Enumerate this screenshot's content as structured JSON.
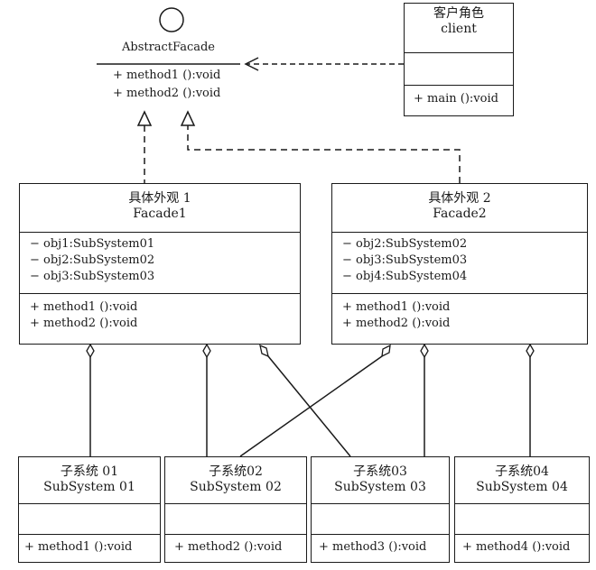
{
  "abstract": {
    "name": "AbstractFacade",
    "methods": [
      "+ method1 ():void",
      "+ method2 ():void"
    ]
  },
  "client": {
    "title_cn": "客户角色",
    "title_en": "client",
    "methods": [
      "+ main ():void"
    ]
  },
  "facade1": {
    "title_cn": "具体外观 1",
    "title_en": "Facade1",
    "attributes": [
      "− obj1:SubSystem01",
      "− obj2:SubSystem02",
      "− obj3:SubSystem03"
    ],
    "methods": [
      "+ method1 ():void",
      "+ method2 ():void"
    ]
  },
  "facade2": {
    "title_cn": "具体外观 2",
    "title_en": "Facade2",
    "attributes": [
      "− obj2:SubSystem02",
      "− obj3:SubSystem03",
      "− obj4:SubSystem04"
    ],
    "methods": [
      "+ method1 ():void",
      "+ method2 ():void"
    ]
  },
  "subsystems": [
    {
      "title_cn": "子系统 01",
      "title_en": "SubSystem  01",
      "method": "+ method1 ():void"
    },
    {
      "title_cn": "子系统02",
      "title_en": "SubSystem  02",
      "method": "+ method2 ():void"
    },
    {
      "title_cn": "子系统03",
      "title_en": "SubSystem  03",
      "method": "+ method3 ():void"
    },
    {
      "title_cn": "子系统04",
      "title_en": "SubSystem  04",
      "method": "+ method4 ():void"
    }
  ]
}
